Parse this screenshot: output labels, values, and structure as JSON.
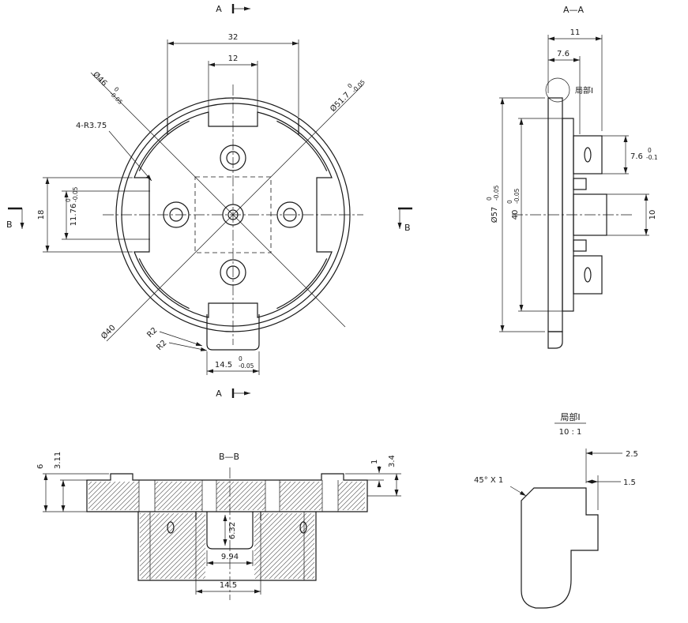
{
  "colors": {
    "line": "#1a1a1a",
    "background": "#ffffff"
  },
  "front_view": {
    "marker_a": "A",
    "marker_b": "B",
    "dims": {
      "d32": "32",
      "d12": "12",
      "d18": "18",
      "d1176": {
        "v": "11.76",
        "hi": "0",
        "lo": "-0.05"
      },
      "dia46": {
        "v": "Ø46",
        "hi": "0",
        "lo": "-0.05"
      },
      "dia517": {
        "v": "Ø51.7",
        "hi": "0",
        "lo": "-0.05"
      },
      "fillet": "4-R3.75",
      "dia40": "Ø40",
      "r2_first": "R2",
      "r2_second": "R2",
      "d145": {
        "v": "14.5",
        "hi": "0",
        "lo": "-0.05"
      }
    }
  },
  "section_aa": {
    "title": "A—A",
    "detail_callout": "局部I",
    "dims": {
      "d11": "11",
      "d76_top": "7.6",
      "dia57": {
        "v": "Ø57",
        "hi": "0",
        "lo": "-0.05"
      },
      "d40": {
        "v": "40",
        "hi": "0",
        "lo": "-0.05"
      },
      "d76_right": {
        "v": "7.6",
        "hi": "0",
        "lo": "-0.1"
      },
      "d10": "10"
    }
  },
  "section_bb": {
    "title": "B—B",
    "dims": {
      "d6": "6",
      "d311": "3.11",
      "d1": "1",
      "d34": "3.4",
      "d632": "6.32",
      "d994": "9.94",
      "d145": "14.5"
    }
  },
  "detail_view": {
    "title": "局部I",
    "scale": "10 : 1",
    "dims": {
      "d25": "2.5",
      "d15": "1.5",
      "chamfer": "45° X 1"
    }
  }
}
